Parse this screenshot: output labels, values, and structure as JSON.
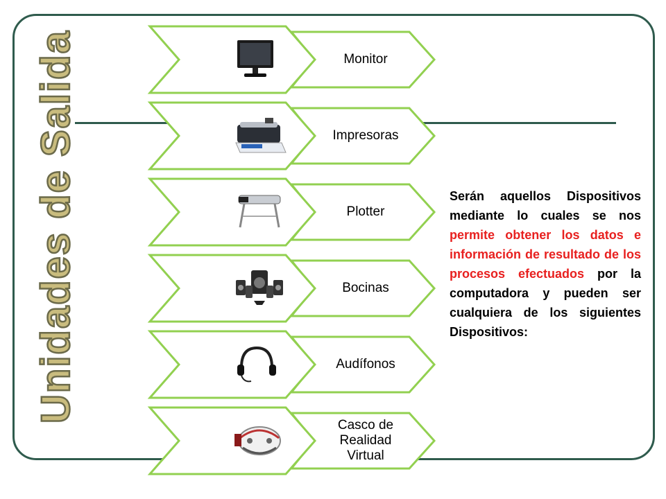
{
  "title": "Unidades de Salida",
  "colors": {
    "frame": "#2f5b4d",
    "chevron_stroke": "#92d050",
    "highlight_text": "#e8201f"
  },
  "items": [
    {
      "label": "Monitor",
      "icon": "monitor-icon"
    },
    {
      "label": "Impresoras",
      "icon": "printer-icon"
    },
    {
      "label": "Plotter",
      "icon": "plotter-icon"
    },
    {
      "label": "Bocinas",
      "icon": "speakers-icon"
    },
    {
      "label": "Audífonos",
      "icon": "headphones-icon"
    },
    {
      "label": "Casco de Realidad Virtual",
      "icon": "vr-headset-icon"
    }
  ],
  "description": {
    "part1": "Serán aquellos Dispositivos mediante lo cuales se nos ",
    "highlight": "permite obtener los datos e información de resultado de los procesos efectuados",
    "part2": " por la computadora y pueden ser cualquiera de los siguientes Dispositivos:"
  }
}
